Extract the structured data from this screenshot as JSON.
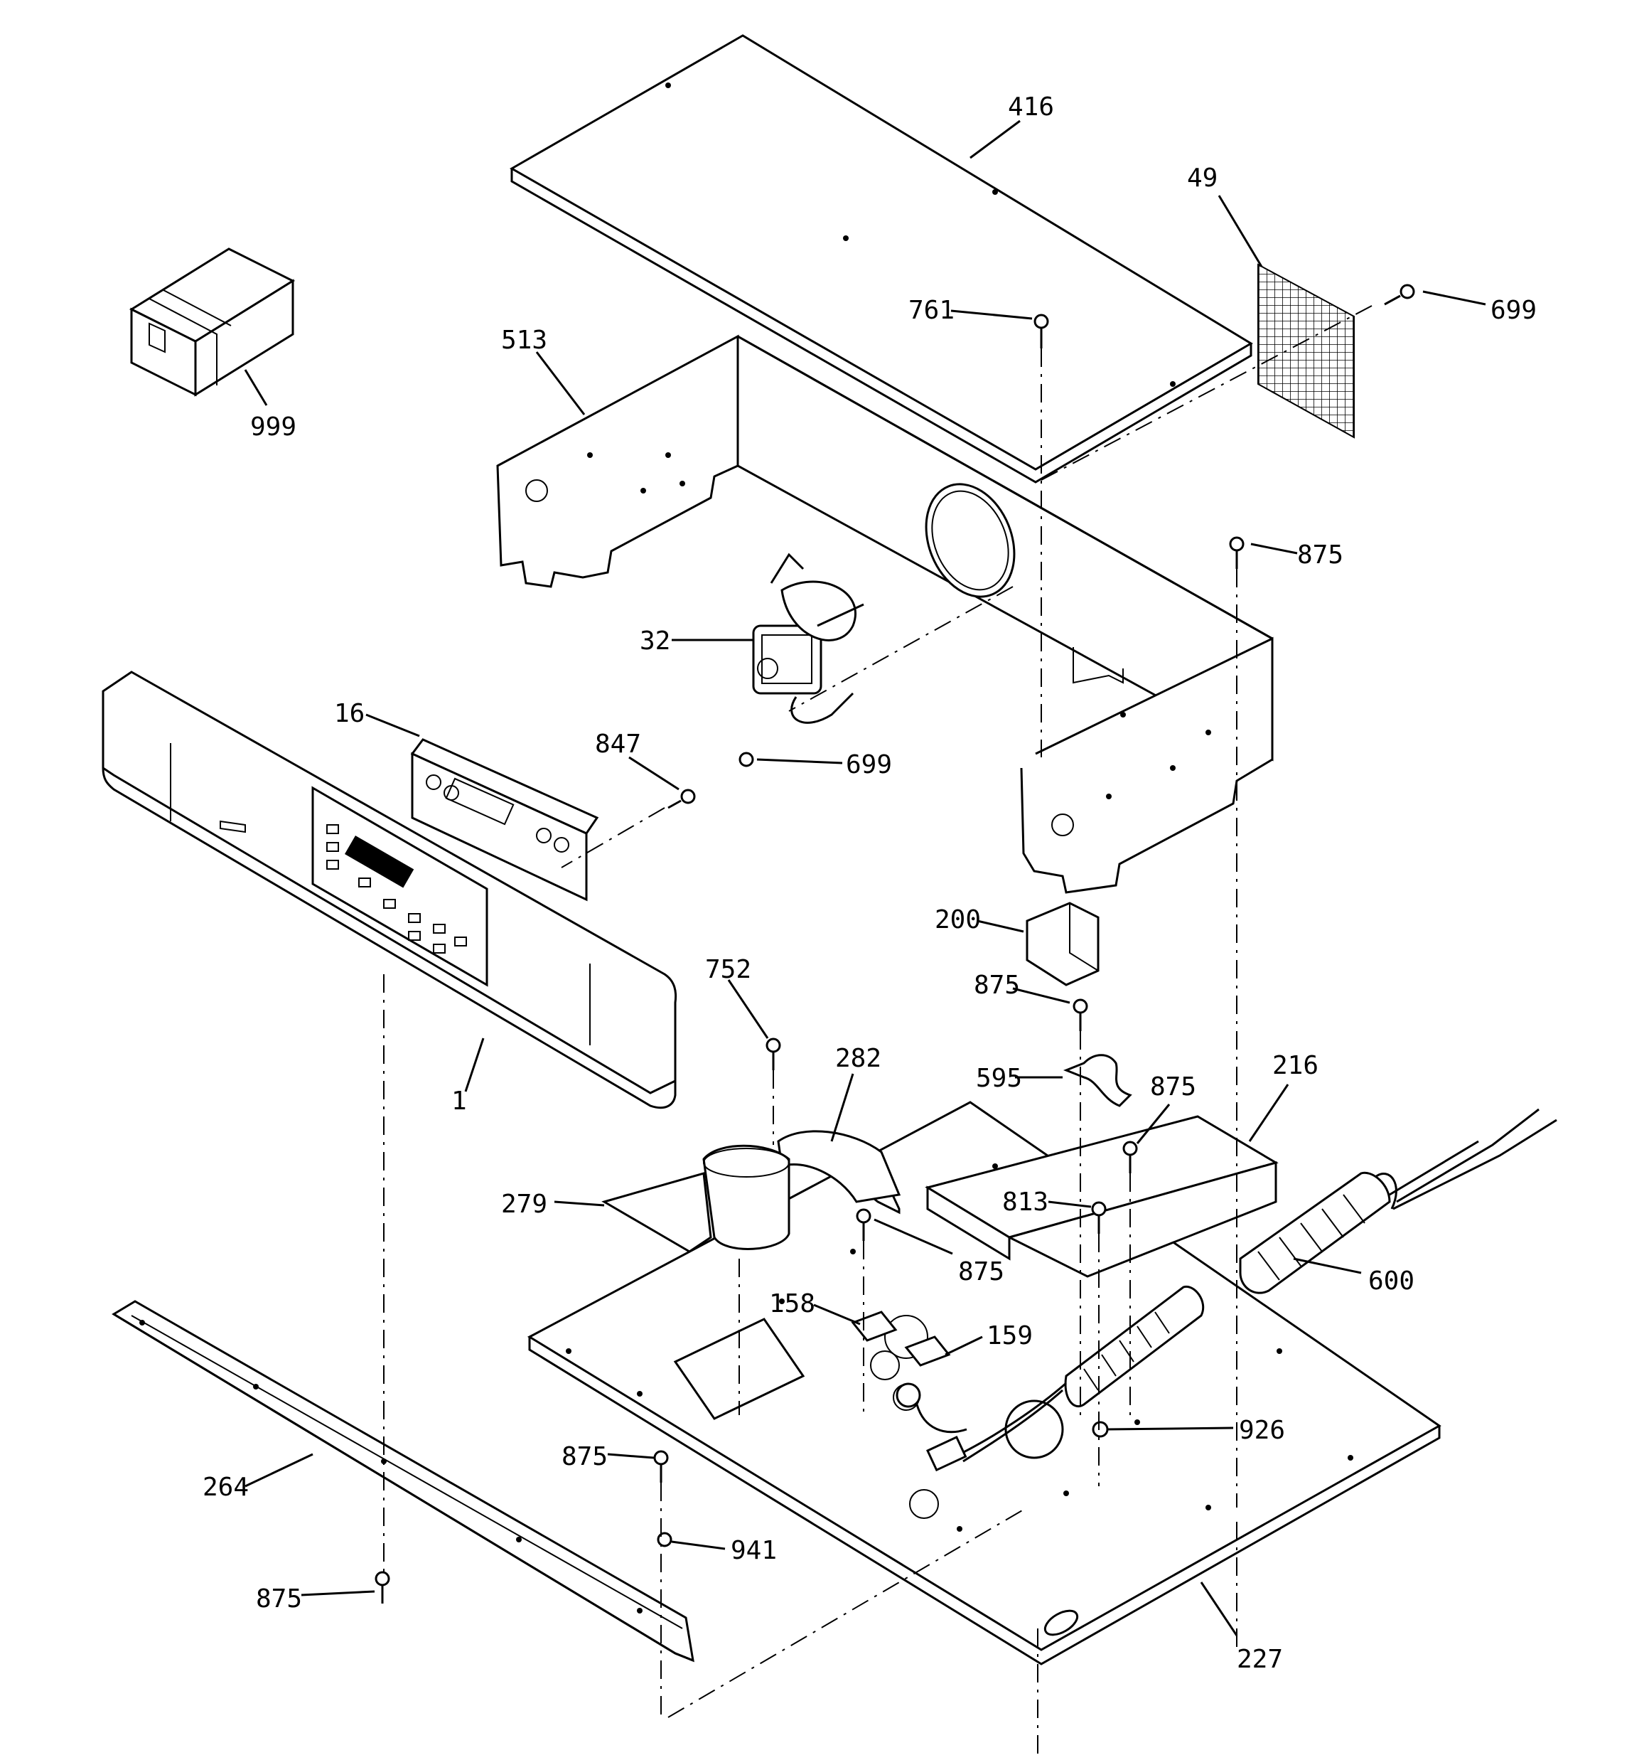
{
  "callouts": {
    "c416": "416",
    "c49": "49",
    "c699a": "699",
    "c761": "761",
    "c513": "513",
    "c999": "999",
    "c875a": "875",
    "c32": "32",
    "c16": "16",
    "c847": "847",
    "c699b": "699",
    "c200": "200",
    "c875b": "875",
    "c752": "752",
    "c282": "282",
    "c595": "595",
    "c875c": "875",
    "c216": "216",
    "c1": "1",
    "c279": "279",
    "c813": "813",
    "c875d": "875",
    "c600": "600",
    "c158": "158",
    "c159": "159",
    "c926": "926",
    "c875e": "875",
    "c264": "264",
    "c941": "941",
    "c875f": "875",
    "c227": "227"
  }
}
